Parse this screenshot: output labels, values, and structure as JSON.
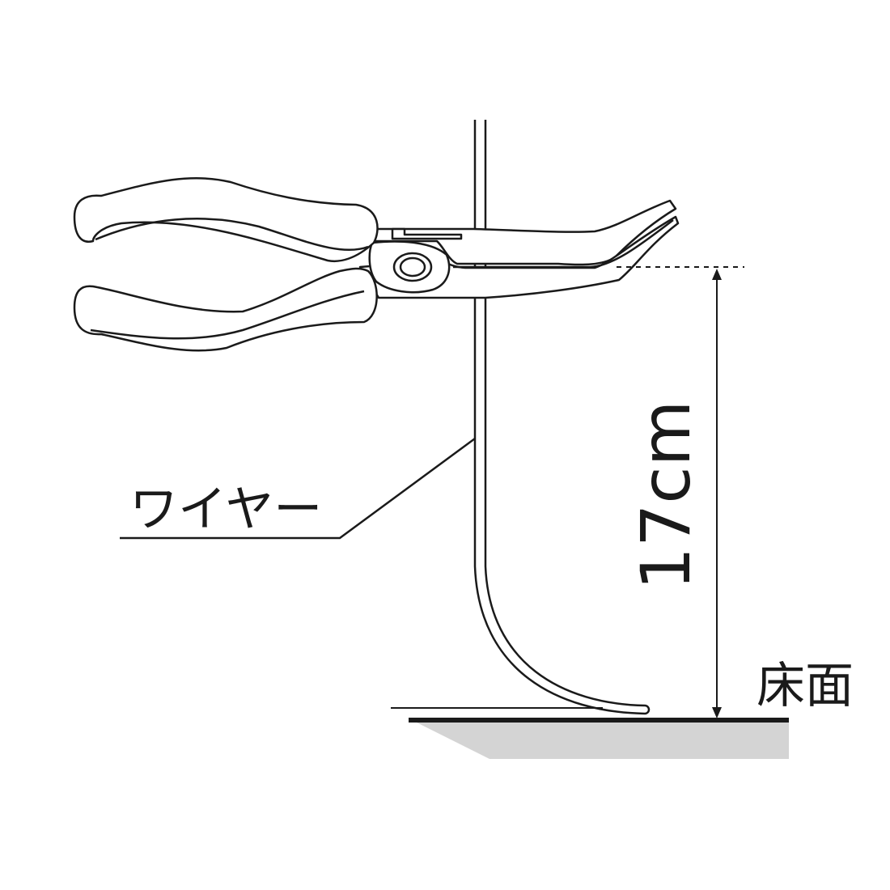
{
  "labels": {
    "wire": "ワイヤー",
    "height": "17cm",
    "floor": "床面"
  },
  "colors": {
    "line": "#1a1a1a",
    "floor_shadow": "#d4d4d4",
    "background": "#ffffff"
  },
  "icons": {
    "tool": "pliers-icon"
  }
}
